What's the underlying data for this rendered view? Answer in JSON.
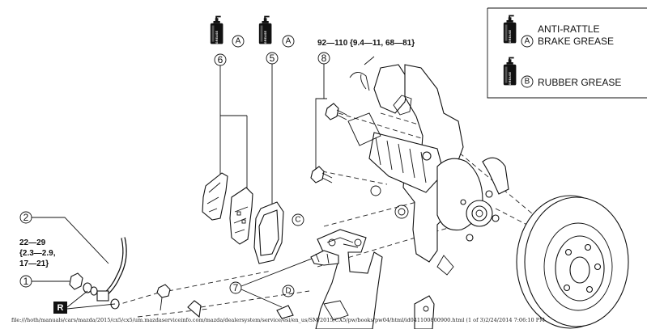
{
  "callouts": {
    "c1": "1",
    "c2": "2",
    "c5": "5",
    "c6": "6",
    "c7": "7",
    "c8": "8"
  },
  "grease_markers": {
    "part6": "A",
    "part5": "A"
  },
  "torque_specs": {
    "bolt8": "92—110 {9.4—11, 68—81}",
    "union1_line1": "22—29",
    "union1_line2": "{2.3—2.9,",
    "union1_line3": "17—21}"
  },
  "reference_letters": {
    "C": "C",
    "D": "D"
  },
  "replace_marker": "R",
  "legend": {
    "a_letter": "A",
    "a_line1": "ANTI-RATTLE",
    "a_line2": "BRAKE GREASE",
    "b_letter": "B",
    "b_label": "RUBBER GREASE",
    "can_text": "GREASE"
  },
  "footer_url": "file:///hoth/manuals/cars/mazda/2015/cx5/cx5/um.mazdaserviceinfo.com/mazda/dealersystem/service/esi/en_us/SM/2015/CX5/pw/books/pw04/html/id041100800900.html (1 of 3)2/24/2014 7:06:10 PM",
  "colors": {
    "ink": "#111111",
    "background": "#ffffff"
  }
}
